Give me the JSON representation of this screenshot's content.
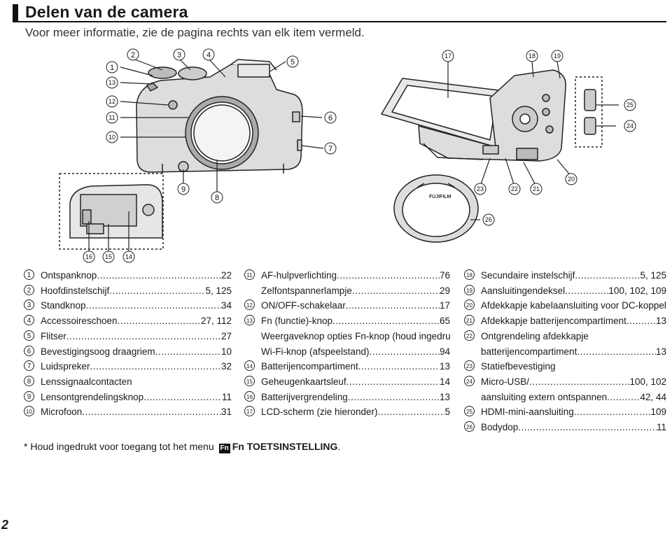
{
  "header": {
    "title": "Delen van de camera",
    "subtitle": "Voor meer informatie, zie de pagina rechts van elk item vermeld."
  },
  "callouts": [
    "1",
    "2",
    "3",
    "4",
    "5",
    "6",
    "7",
    "8",
    "9",
    "10",
    "11",
    "12",
    "13",
    "14",
    "15",
    "16",
    "17",
    "18",
    "19",
    "20",
    "21",
    "22",
    "23",
    "24",
    "25",
    "26"
  ],
  "body_cap": {
    "brand": "FUJIFILM"
  },
  "columns": [
    [
      {
        "n": "1",
        "label": "Ontspanknop",
        "page": "22"
      },
      {
        "n": "2",
        "label": "Hoofdinstelschijf",
        "page": "5, 125"
      },
      {
        "n": "3",
        "label": "Standknop",
        "page": "34"
      },
      {
        "n": "4",
        "label": "Accessoireschoen",
        "page": "27, 112"
      },
      {
        "n": "5",
        "label": "Flitser",
        "page": "27"
      },
      {
        "n": "6",
        "label": "Bevestigingsoog draagriem",
        "page": "10"
      },
      {
        "n": "7",
        "label": "Luidspreker",
        "page": "32"
      },
      {
        "n": "8",
        "label": "Lenssignaalcontacten",
        "page": ""
      },
      {
        "n": "9",
        "label": "Lensontgrendelingsknop",
        "page": "11"
      },
      {
        "n": "10",
        "label": "Microfoon",
        "page": "31"
      }
    ],
    [
      {
        "n": "11",
        "label": "AF-hulpverlichting",
        "page": "76"
      },
      {
        "n": "",
        "label": "Zelfontspannerlampje",
        "page": "29"
      },
      {
        "n": "12",
        "label": "ON/OFF-schakelaar",
        "page": "17"
      },
      {
        "n": "13",
        "label": "Fn (functie)-knop",
        "page": "65"
      },
      {
        "n": "",
        "label": "Weergaveknop opties Fn-knop (houd ingedrukt)*",
        "page": ""
      },
      {
        "n": "",
        "label": "Wi-Fi-knop (afspeelstand)",
        "page": "94"
      },
      {
        "n": "14",
        "label": "Batterijencompartiment",
        "page": "13"
      },
      {
        "n": "15",
        "label": "Geheugenkaartsleuf",
        "page": "14"
      },
      {
        "n": "16",
        "label": "Batterijvergrendeling",
        "page": "13"
      },
      {
        "n": "17",
        "label": "LCD-scherm (zie hieronder)",
        "page": "5"
      }
    ],
    [
      {
        "n": "18",
        "label": "Secundaire instelschijf",
        "page": "5, 125"
      },
      {
        "n": "19",
        "label": "Aansluitingendeksel",
        "page": "100, 102, 109"
      },
      {
        "n": "20",
        "label": "Afdekkapje kabelaansluiting voor DC-koppelstuk",
        "page": ""
      },
      {
        "n": "21",
        "label": "Afdekkapje batterijencompartiment",
        "page": "13"
      },
      {
        "n": "22",
        "label": "Ontgrendeling afdekkapje",
        "page": ""
      },
      {
        "n": "",
        "label": "batterijencompartiment",
        "page": "13"
      },
      {
        "n": "23",
        "label": "Statiefbevestiging",
        "page": ""
      },
      {
        "n": "24",
        "label": "Micro-USB/",
        "page": "100, 102"
      },
      {
        "n": "",
        "label": "aansluiting extern ontspannen",
        "page": "42, 44"
      },
      {
        "n": "25",
        "label": "HDMI-mini-aansluiting",
        "page": "109"
      },
      {
        "n": "26",
        "label": "Bodydop",
        "page": "11"
      }
    ]
  ],
  "footnote": {
    "prefix": "* Houd ingedrukt voor toegang tot het menu",
    "icon": "Fn",
    "menu": "Fn TOETSINSTELLING",
    "suffix": "."
  },
  "page_number": "2"
}
